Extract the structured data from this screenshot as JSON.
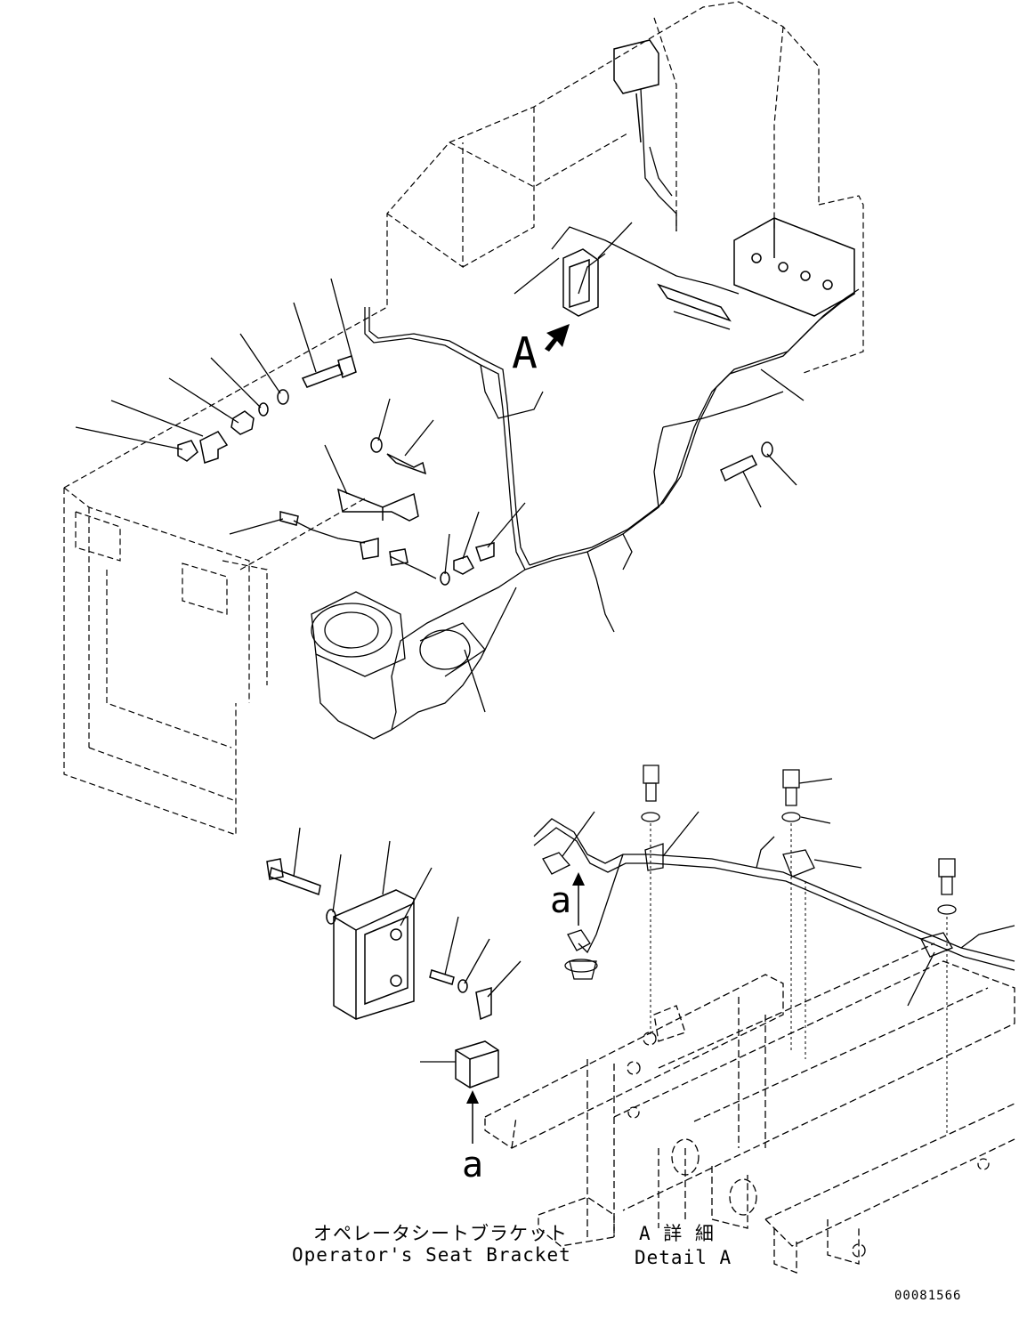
{
  "view_letter": "A",
  "detail_letter_upper": "a",
  "detail_letter_lower": "a",
  "caption_left": {
    "japanese": "オペレータシートブラケット",
    "english": "Operator's Seat Bracket"
  },
  "caption_right": {
    "japanese": "A 詳 細",
    "english": "Detail A"
  },
  "drawing_number": "00081566"
}
